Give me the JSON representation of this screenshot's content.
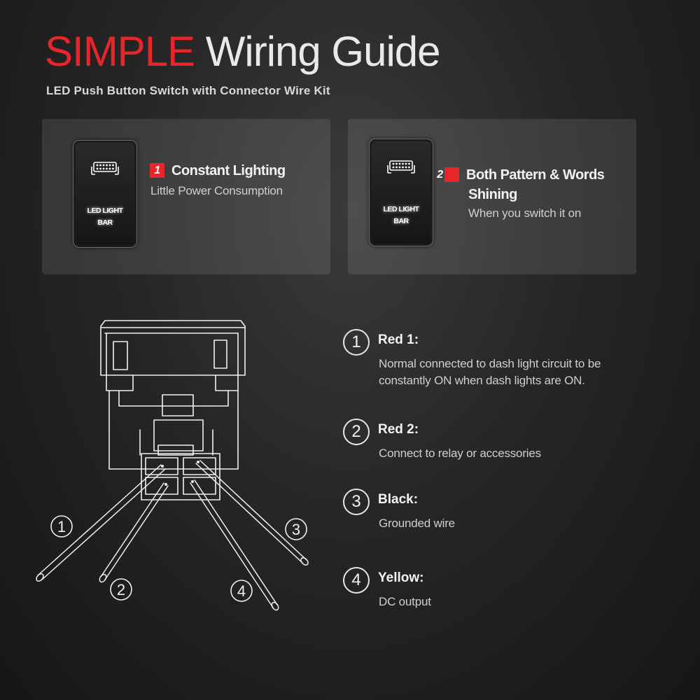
{
  "header": {
    "title_accent": "SIMPLE",
    "title_rest": "Wiring Guide",
    "subtitle": "LED Push Button Switch with Connector Wire Kit"
  },
  "features": [
    {
      "number": "1",
      "heading": "Constant Lighting",
      "description": "Little Power Consumption",
      "switch_label_line1": "LED LIGHT",
      "switch_label_line2": "BAR"
    },
    {
      "number": "2",
      "heading": "Both Pattern & Words Shining",
      "description": "When you switch it on",
      "switch_label_line1": "LED LIGHT",
      "switch_label_line2": "BAR"
    }
  ],
  "diagram_labels": [
    "1",
    "2",
    "3",
    "4"
  ],
  "legend": [
    {
      "number": "1",
      "title": "Red 1:",
      "description": "Normal connected to dash light circuit to be constantly ON when dash lights are ON."
    },
    {
      "number": "2",
      "title": "Red 2:",
      "description": "Connect to relay or accessories"
    },
    {
      "number": "3",
      "title": "Black:",
      "description": "Grounded wire"
    },
    {
      "number": "4",
      "title": "Yellow:",
      "description": "DC output"
    }
  ],
  "colors": {
    "accent": "#e8252a",
    "background": "#222222",
    "card": "#3a3a3a",
    "text": "#e6e6e6"
  }
}
